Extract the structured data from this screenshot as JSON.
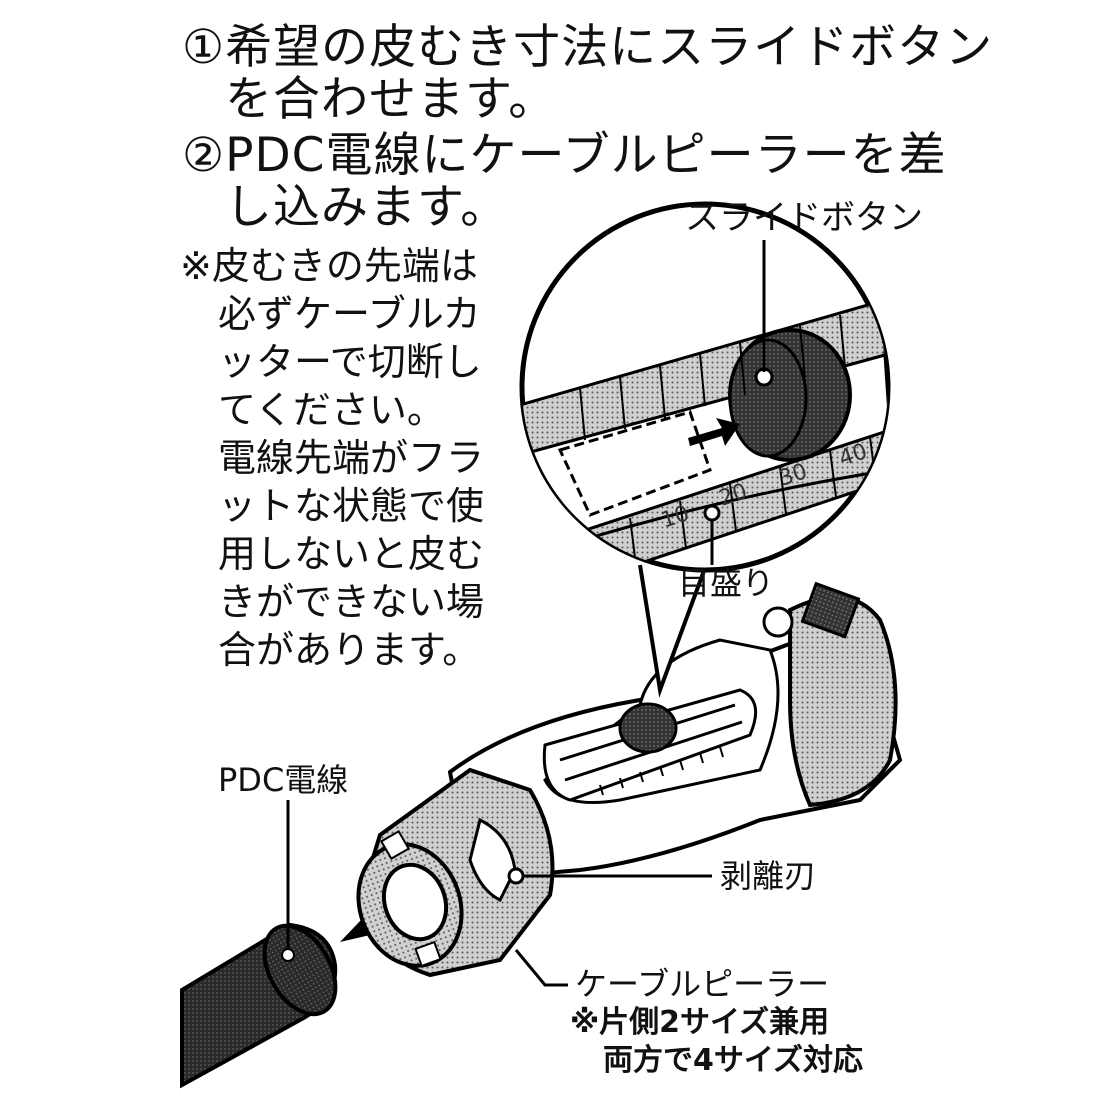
{
  "instructions": {
    "step1_line1": "①希望の皮むき寸法にスライドボタン",
    "step1_line2": "を合わせます。",
    "step2_line1": "②PDC電線にケーブルピーラーを差",
    "step2_line2": "し込みます。"
  },
  "note": {
    "lines": [
      "※皮むきの先端は",
      "必ずケーブルカ",
      "ッターで切断し",
      "てください。",
      "電線先端がフラ",
      "ットな状態で使",
      "用しないと皮む",
      "きができない場",
      "合があります。"
    ]
  },
  "labels": {
    "slide_button": "スライドボタン",
    "scale": "目盛り",
    "pdc_wire": "PDC電線",
    "stripping_blade": "剥離刃",
    "cable_peeler": "ケーブルピーラー",
    "peeler_note_1": "※片側2サイズ兼用",
    "peeler_note_2": "両方で4サイズ対応"
  },
  "scale_marks": [
    "40",
    "30",
    "20",
    "10"
  ]
}
